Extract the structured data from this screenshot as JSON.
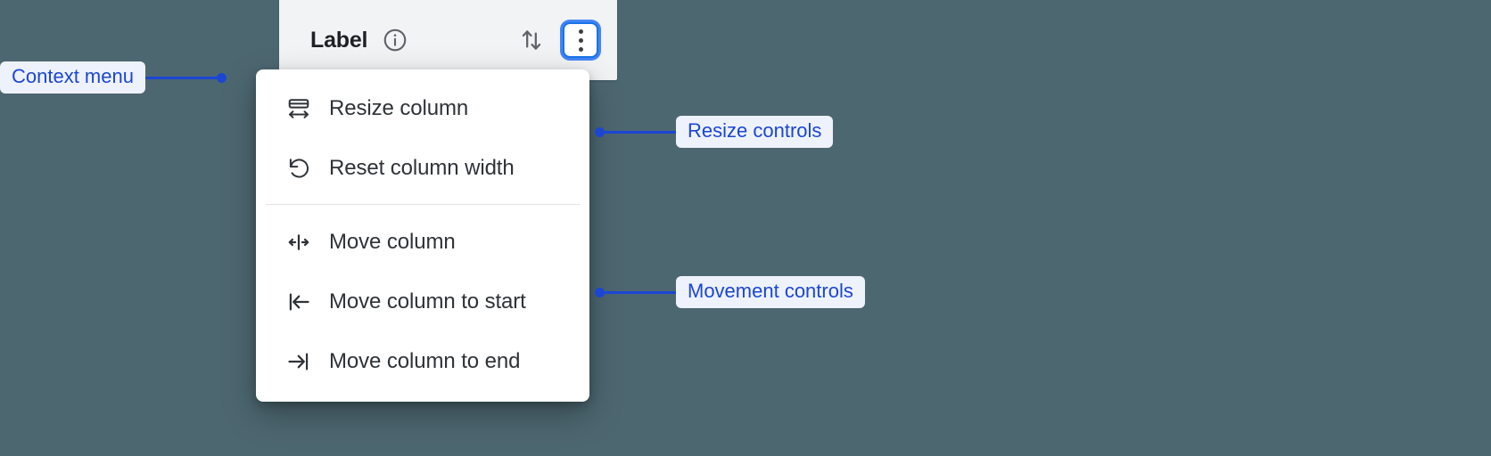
{
  "background_color": "#4d6771",
  "column_header": {
    "title": "Label",
    "info_icon": "info-circle-icon",
    "sort_icon": "sort-arrows-icon",
    "overflow_icon": "kebab-menu-icon",
    "panel_color": "#f1f3f4",
    "focus_ring_color": "#4285f4"
  },
  "context_menu": {
    "background": "#ffffff",
    "groups": [
      {
        "name": "resize-group",
        "items": [
          {
            "label": "Resize column",
            "icon": "resize-column-icon"
          },
          {
            "label": "Reset column width",
            "icon": "undo-reset-icon"
          }
        ]
      },
      {
        "name": "movement-group",
        "items": [
          {
            "label": "Move column",
            "icon": "move-left-right-icon"
          },
          {
            "label": "Move column to start",
            "icon": "move-to-start-icon"
          },
          {
            "label": "Move column to end",
            "icon": "move-to-end-icon"
          }
        ]
      }
    ]
  },
  "annotations": {
    "accent_color": "#1b46d4",
    "pill_background": "#eef2fc",
    "items": [
      {
        "label": "Context menu"
      },
      {
        "label": "Resize controls"
      },
      {
        "label": "Movement controls"
      }
    ]
  }
}
